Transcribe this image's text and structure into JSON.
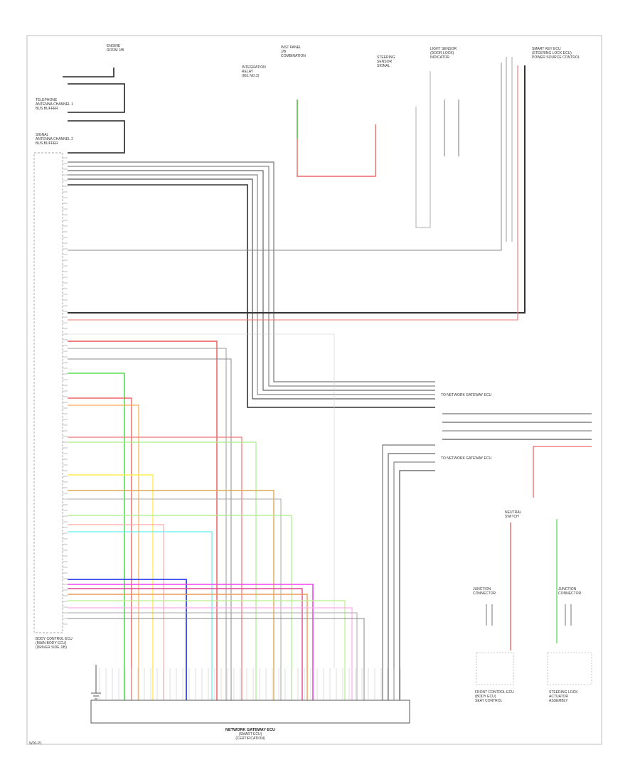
{
  "diagram": {
    "title_lines": [
      "BODY CONTROL ECU",
      "(MAIN BODY ECU,",
      "DRIVER SIDE J/B)"
    ],
    "bottom_module_lines": [
      "NETWORK GATEWAY ECU",
      "(SMART ECU)",
      "(CERTIFICATION)"
    ],
    "left_module_lines": [
      "BODY CONTROL ECU",
      "(MAIN BODY ECU)",
      "(DRIVER SIDE J/B)"
    ],
    "top_labels": [
      {
        "id": "top-ground",
        "lines": [
          "ENGINE",
          "ROOM J/B"
        ]
      },
      {
        "id": "top-fuse",
        "lines": [
          "INST PANEL",
          "J/B",
          "COMBINATION"
        ]
      },
      {
        "id": "top-relay",
        "lines": [
          "INTEGRATION",
          "RELAY",
          "(IG1 NO.2)"
        ]
      },
      {
        "id": "top-sensor",
        "lines": [
          "STEERING",
          "SENSOR",
          "SIGNAL"
        ]
      },
      {
        "id": "top-light",
        "lines": [
          "LIGHT SENSOR",
          "(DOOR LOCK)",
          "INDICATOR"
        ]
      },
      {
        "id": "top-right",
        "lines": [
          "SMART KEY ECU",
          "(STEERING LOCK ECU)",
          "POWER SOURCE CONTROL"
        ]
      }
    ],
    "left_connector_labels": [
      "TELEPHONE",
      "ANTENNA CHANNEL 1",
      "BUS BUFFER",
      "SIGNAL",
      "ANTENNA CHANNEL 2",
      "BUS BUFFER"
    ],
    "mid_labels": [
      "TO NETWORK GATEWAY ECU",
      "TO NETWORK GATEWAY ECU"
    ],
    "right_bottom_labels": [
      {
        "id": "rb-1",
        "lines": [
          "NEUTRAL",
          "SWITCH"
        ]
      },
      {
        "id": "rb-2",
        "lines": [
          "JUNCTION",
          "CONNECTOR"
        ]
      },
      {
        "id": "rb-3",
        "lines": [
          "JUNCTION",
          "CONNECTOR"
        ]
      },
      {
        "id": "rb-4",
        "lines": [
          "FRONT CONTROL ECU",
          "(BODY ECU)",
          "SEAT CONTROL"
        ]
      },
      {
        "id": "rb-5",
        "lines": [
          "STEERING LOCK",
          "ACTUATOR",
          "ASSEMBLY"
        ]
      }
    ],
    "page_id": "W00-P1"
  }
}
